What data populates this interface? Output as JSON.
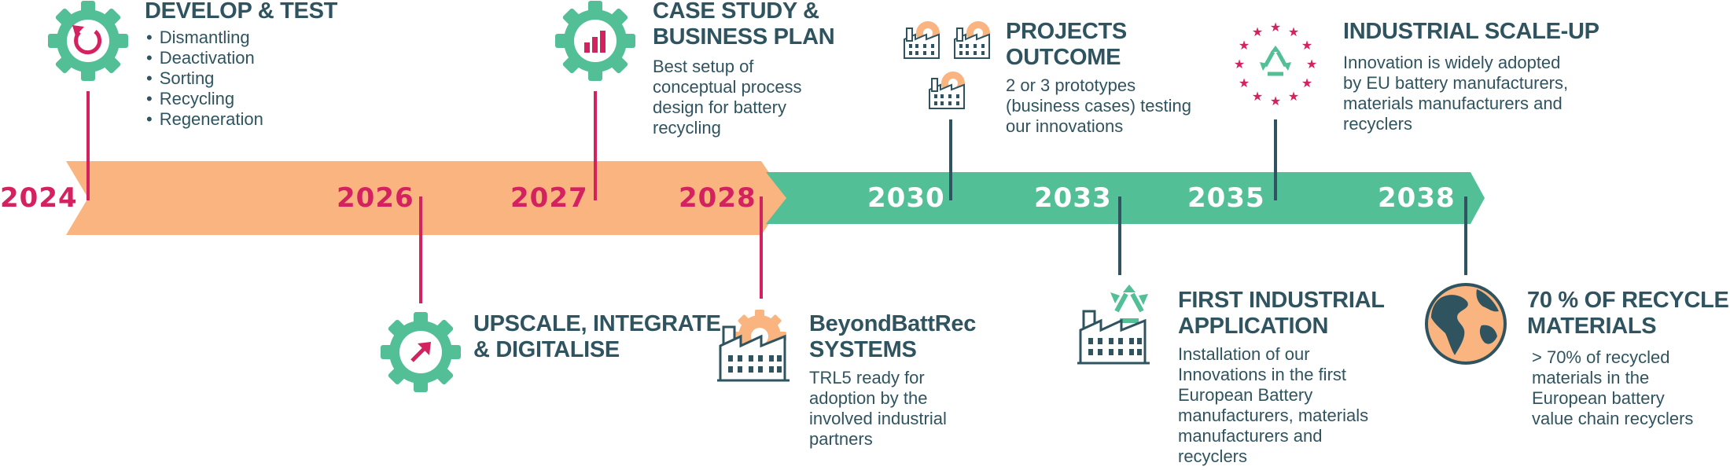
{
  "colors": {
    "orange": "#f9b47f",
    "green": "#52bf97",
    "pink": "#d4215f",
    "teal": "#2f5460"
  },
  "years": {
    "y2024": "2024",
    "y2026": "2026",
    "y2027": "2027",
    "y2028": "2028",
    "y2030": "2030",
    "y2033": "2033",
    "y2035": "2035",
    "y2038": "2038"
  },
  "milestones": {
    "develop_test": {
      "icon": "gear-refresh-icon",
      "title": "DEVELOP & TEST",
      "items": [
        "Dismantling",
        "Deactivation",
        "Sorting",
        "Recycling",
        "Regeneration"
      ]
    },
    "upscale": {
      "icon": "gear-arrow-icon",
      "title_lines": [
        "UPSCALE, INTEGRATE",
        "& DIGITALISE"
      ]
    },
    "case_study": {
      "icon": "gear-chart-icon",
      "title_lines": [
        "CASE STUDY &",
        "BUSINESS PLAN"
      ],
      "desc_lines": [
        "Best setup of",
        "conceptual process",
        "design for battery",
        "recycling"
      ]
    },
    "systems": {
      "icon": "factory-gear-icon",
      "title_lines": [
        "BeyondBattRec",
        "SYSTEMS"
      ],
      "desc_lines": [
        "TRL5 ready for",
        "adoption by the",
        "involved industrial",
        "partners"
      ]
    },
    "projects_outcome": {
      "icon": "factories-icon",
      "title_lines": [
        "PROJECTS",
        "OUTCOME"
      ],
      "desc_lines": [
        "2 or 3 prototypes",
        "(business cases) testing",
        "our innovations"
      ]
    },
    "first_industrial": {
      "icon": "factory-recycle-icon",
      "title_lines": [
        "FIRST INDUSTRIAL",
        "APPLICATION"
      ],
      "desc_lines": [
        "Installation of our",
        "Innovations in the first",
        "European Battery",
        "manufacturers, materials",
        "manufacturers and",
        "recyclers"
      ]
    },
    "scale_up": {
      "icon": "eu-stars-recycle-icon",
      "title": "INDUSTRIAL SCALE-UP",
      "desc_lines": [
        "Innovation is widely adopted",
        "by EU battery manufacturers,",
        "materials manufacturers and",
        "recyclers"
      ]
    },
    "recycled": {
      "icon": "globe-icon",
      "title_lines": [
        "70 % OF RECYCLED",
        "MATERIALS"
      ],
      "desc_lines": [
        "> 70% of recycled",
        "materials in the",
        "European battery",
        "value chain recyclers"
      ]
    }
  }
}
